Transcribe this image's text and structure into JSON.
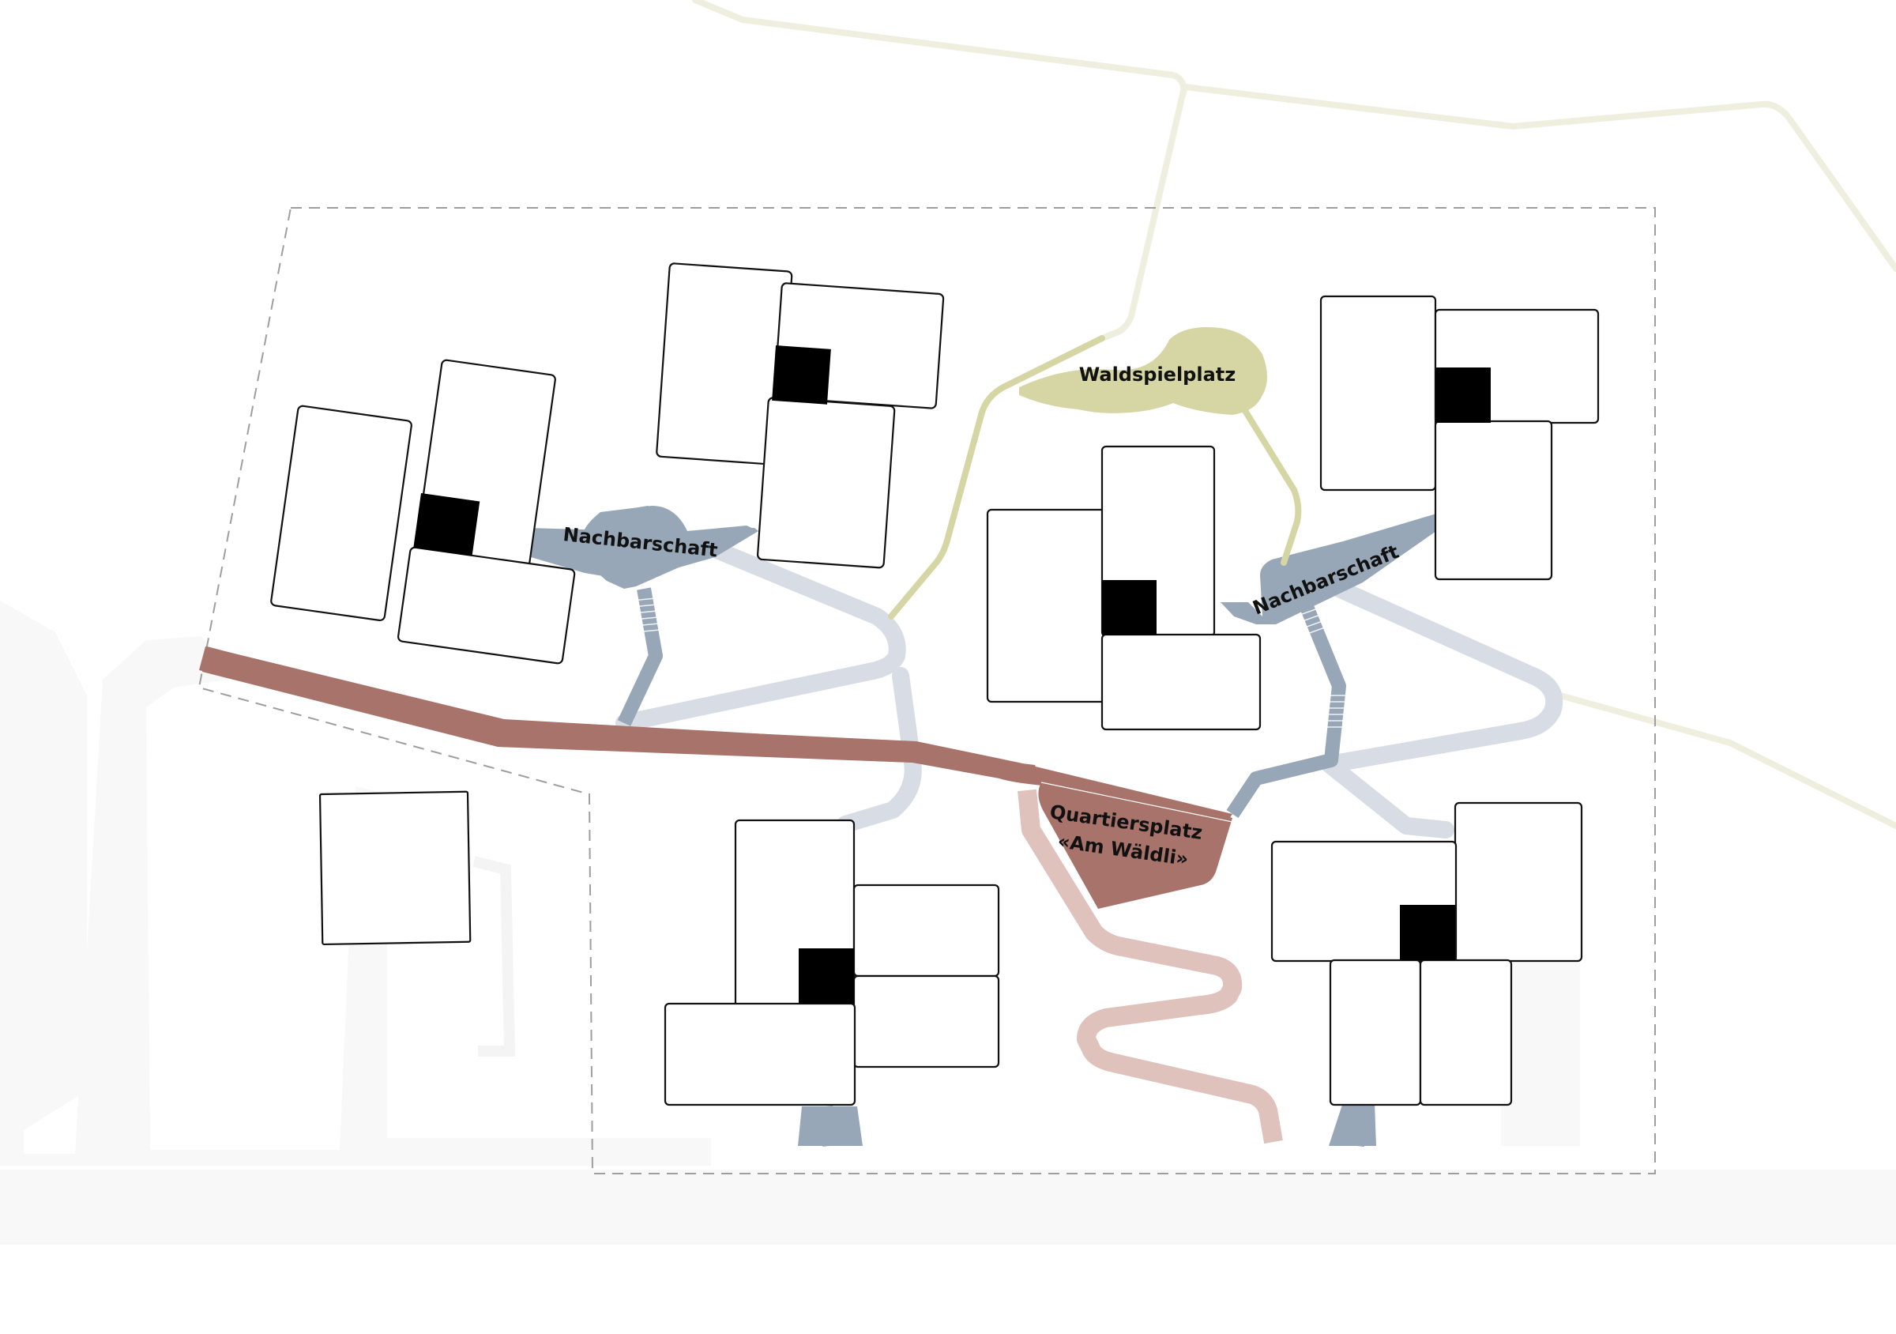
{
  "labels": {
    "waldspielplatz": "Waldspielplatz",
    "nachbarschaft_west": "Nachbarschaft",
    "nachbarschaft_east": "Nachbarschaft",
    "quartiersplatz_line1": "Quartiersplatz",
    "quartiersplatz_line2": "«Am Wäldli»"
  },
  "colors": {
    "main_path": "#a8736a",
    "main_path_secondary": "#e0c2bd",
    "neighbourhood_path": "#97a7b7",
    "secondary_path": "#d8dde5",
    "forest_path": "#d6d6a5",
    "forest_path_faint": "#efefdf",
    "street": "#f8f8f8",
    "building_core": "#000000",
    "perimeter_line": "#999999"
  }
}
